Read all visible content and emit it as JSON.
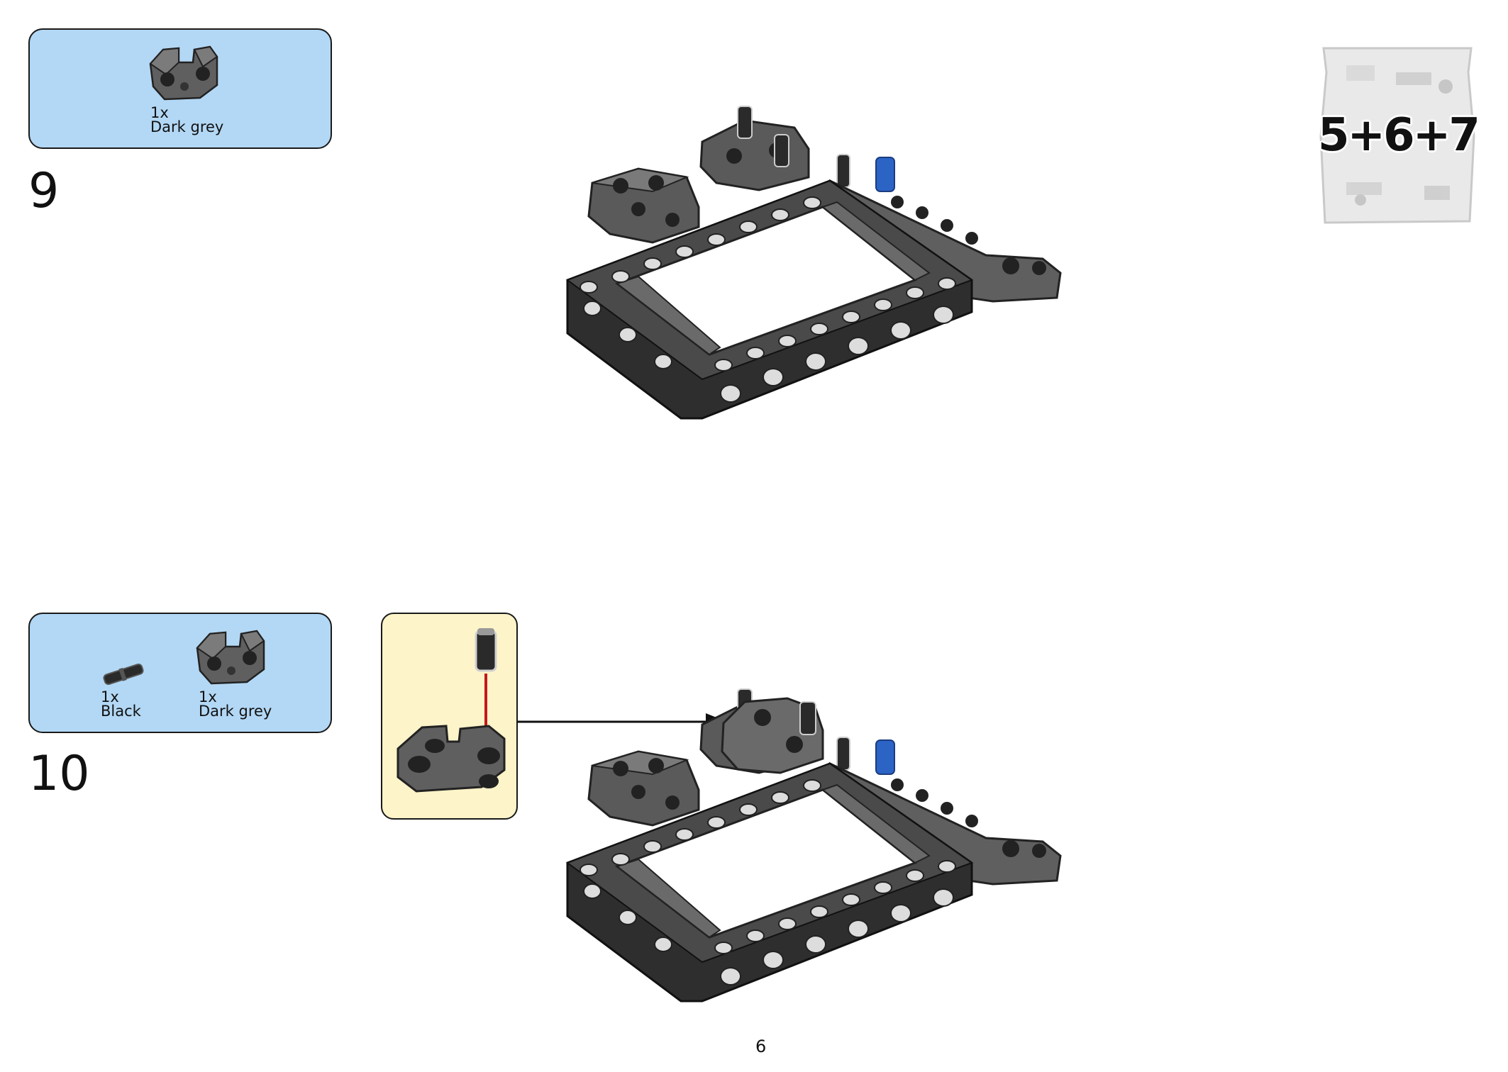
{
  "steps": [
    {
      "number": "9",
      "parts": [
        {
          "qty": "1x",
          "color": "Dark grey",
          "icon": "perpendicular-connector-icon"
        }
      ]
    },
    {
      "number": "10",
      "parts": [
        {
          "qty": "1x",
          "color": "Black",
          "icon": "friction-pin-icon"
        },
        {
          "qty": "1x",
          "color": "Dark grey",
          "icon": "perpendicular-connector-icon"
        }
      ]
    }
  ],
  "bag": {
    "label": "5+6+7",
    "icon": "parts-bag-icon"
  },
  "page_number": "6",
  "colors": {
    "parts_box": "#b3d8f5",
    "callout": "#fdf4c9",
    "dark_grey": "#5f5f5f",
    "black_part": "#2c2c2c",
    "blue_pin": "#2c64c6",
    "arrow_red": "#c41a1a"
  }
}
